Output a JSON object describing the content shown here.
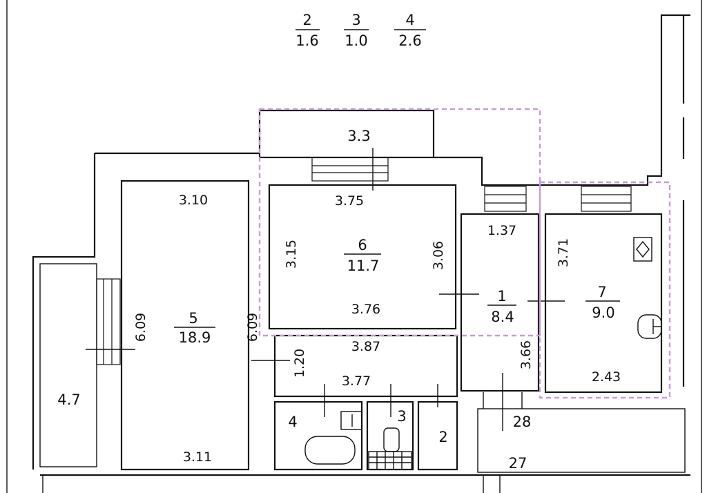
{
  "legend": [
    {
      "num": "2",
      "area": "1.6"
    },
    {
      "num": "3",
      "area": "1.0"
    },
    {
      "num": "4",
      "area": "2.6"
    }
  ],
  "rooms": {
    "balcony_area": "3.3",
    "room5": {
      "num": "5",
      "area": "18.9"
    },
    "room6": {
      "num": "6",
      "area": "11.7"
    },
    "room1": {
      "num": "1",
      "area": "8.4"
    },
    "room7": {
      "num": "7",
      "area": "9.0"
    },
    "loggia_area": "4.7",
    "bath_num": "4",
    "wc_num": "3",
    "closet_num": "2",
    "stair_28": "28",
    "stair_27": "27"
  },
  "dims": {
    "r5_top": "3.10",
    "r5_bottom": "3.11",
    "r5_left": "6.09",
    "r5_right": "6.09",
    "r6_top": "3.75",
    "r6_bottom": "3.76",
    "r6_left": "3.15",
    "r6_right": "3.06",
    "corr_top": "3.87",
    "corr_bottom": "3.77",
    "corr_left": "1.20",
    "r1_top": "1.37",
    "r1_right": "3.66",
    "r7_left": "3.71",
    "r7_bottom": "2.43"
  },
  "colors": {
    "wall": "#111111",
    "highlight": "#c89ad6",
    "background": "#ffffff"
  }
}
